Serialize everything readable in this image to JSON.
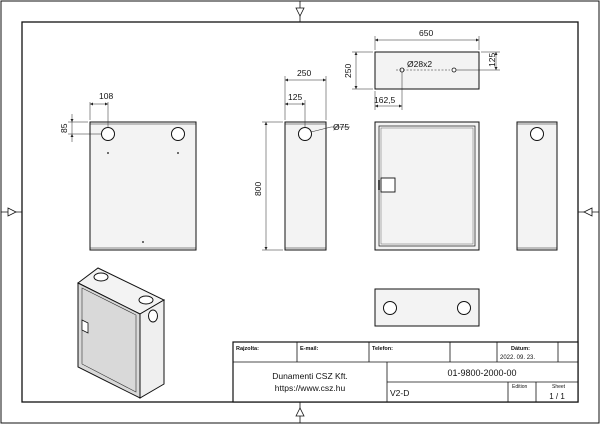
{
  "dimensions": {
    "top_width": "650",
    "top_depth": "250",
    "top_hole_spec": "Ø28x2",
    "top_hole_offset_right": "125",
    "top_hole_offset_left": "162,5",
    "side_width": "250",
    "side_hole_offset": "125",
    "side_hole_dia": "Ø75",
    "height": "800",
    "back_hole_x": "108",
    "back_hole_y": "85"
  },
  "title_block": {
    "drawn_label": "Rajzolta:",
    "email_label": "E-mail:",
    "phone_label": "Telefon:",
    "date_label": "Dátum:",
    "date_value": "2022. 09. 23.",
    "company": "Dunamenti CSZ Kft.",
    "website": "https://www.csz.hu",
    "drawing_number": "01-9800-2000-00",
    "part_name": "V2-D",
    "edition_label": "Edition",
    "sheet_label": "Sheet",
    "sheet_value": "1 / 1"
  }
}
